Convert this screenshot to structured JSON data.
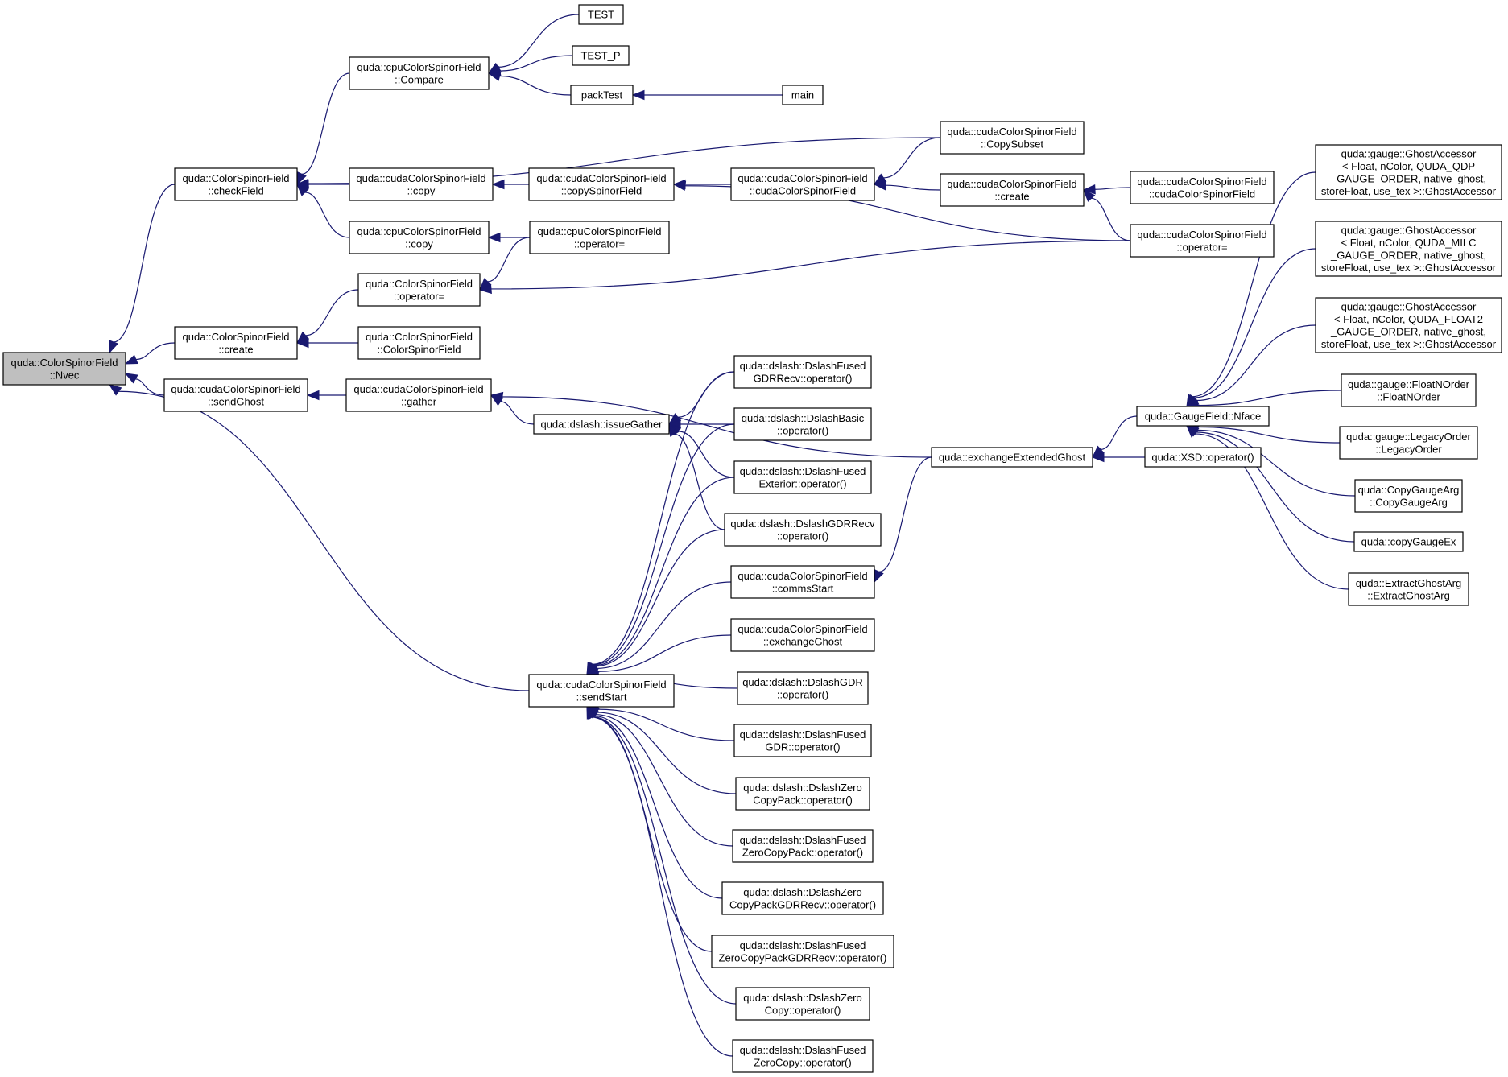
{
  "colors": {
    "edge": "#191970",
    "root_fill": "#bfbfbf",
    "node_fill": "#ffffff",
    "border": "#000000"
  },
  "nodes": [
    {
      "id": "nvec",
      "lines": [
        "quda::ColorSpinorField",
        "::Nvec"
      ],
      "root": true
    },
    {
      "id": "checkField",
      "lines": [
        "quda::ColorSpinorField",
        "::checkField"
      ]
    },
    {
      "id": "csfCreate",
      "lines": [
        "quda::ColorSpinorField",
        "::create"
      ]
    },
    {
      "id": "sendGhost",
      "lines": [
        "quda::cudaColorSpinorField",
        "::sendGhost"
      ]
    },
    {
      "id": "sendStart",
      "lines": [
        "quda::cudaColorSpinorField",
        "::sendStart"
      ]
    },
    {
      "id": "cpuCompare",
      "lines": [
        "quda::cpuColorSpinorField",
        "::Compare"
      ]
    },
    {
      "id": "cudaCopy",
      "lines": [
        "quda::cudaColorSpinorField",
        "::copy"
      ]
    },
    {
      "id": "cpuCopy",
      "lines": [
        "quda::cpuColorSpinorField",
        "::copy"
      ]
    },
    {
      "id": "csfOpEq",
      "lines": [
        "quda::ColorSpinorField",
        "::operator="
      ]
    },
    {
      "id": "csfCtor",
      "lines": [
        "quda::ColorSpinorField",
        "::ColorSpinorField"
      ]
    },
    {
      "id": "gather",
      "lines": [
        "quda::cudaColorSpinorField",
        "::gather"
      ]
    },
    {
      "id": "test",
      "lines": [
        "TEST"
      ]
    },
    {
      "id": "testP",
      "lines": [
        "TEST_P"
      ]
    },
    {
      "id": "packTest",
      "lines": [
        "packTest"
      ]
    },
    {
      "id": "main",
      "lines": [
        "main"
      ]
    },
    {
      "id": "copySubset",
      "lines": [
        "quda::cudaColorSpinorField",
        "::CopySubset"
      ]
    },
    {
      "id": "copySpinorField",
      "lines": [
        "quda::cudaColorSpinorField",
        "::copySpinorField"
      ]
    },
    {
      "id": "cudaCtor",
      "lines": [
        "quda::cudaColorSpinorField",
        "::cudaColorSpinorField"
      ]
    },
    {
      "id": "cudaCreate",
      "lines": [
        "quda::cudaColorSpinorField",
        "::create"
      ]
    },
    {
      "id": "cudaCtor2",
      "lines": [
        "quda::cudaColorSpinorField",
        "::cudaColorSpinorField"
      ]
    },
    {
      "id": "cudaOpEq",
      "lines": [
        "quda::cudaColorSpinorField",
        "::operator="
      ]
    },
    {
      "id": "cpuOpEq",
      "lines": [
        "quda::cpuColorSpinorField",
        "::operator="
      ]
    },
    {
      "id": "issueGather",
      "lines": [
        "quda::dslash::issueGather"
      ]
    },
    {
      "id": "dfGDRRecv",
      "lines": [
        "quda::dslash::DslashFused",
        "GDRRecv::operator()"
      ]
    },
    {
      "id": "dBasic",
      "lines": [
        "quda::dslash::DslashBasic",
        "::operator()"
      ]
    },
    {
      "id": "dfExterior",
      "lines": [
        "quda::dslash::DslashFused",
        "Exterior::operator()"
      ]
    },
    {
      "id": "dGDRRecv",
      "lines": [
        "quda::dslash::DslashGDRRecv",
        "::operator()"
      ]
    },
    {
      "id": "commsStart",
      "lines": [
        "quda::cudaColorSpinorField",
        "::commsStart"
      ]
    },
    {
      "id": "exchangeGhost",
      "lines": [
        "quda::cudaColorSpinorField",
        "::exchangeGhost"
      ]
    },
    {
      "id": "dGDR",
      "lines": [
        "quda::dslash::DslashGDR",
        "::operator()"
      ]
    },
    {
      "id": "dfGDR",
      "lines": [
        "quda::dslash::DslashFused",
        "GDR::operator()"
      ]
    },
    {
      "id": "dzCopyPack",
      "lines": [
        "quda::dslash::DslashZero",
        "CopyPack::operator()"
      ]
    },
    {
      "id": "dfZeroCopyPack",
      "lines": [
        "quda::dslash::DslashFused",
        "ZeroCopyPack::operator()"
      ]
    },
    {
      "id": "dzCopyPackGDRRecv",
      "lines": [
        "quda::dslash::DslashZero",
        "CopyPackGDRRecv::operator()"
      ]
    },
    {
      "id": "dfZeroCopyPackGDRRecv",
      "lines": [
        "quda::dslash::DslashFused",
        "ZeroCopyPackGDRRecv::operator()"
      ]
    },
    {
      "id": "dzCopy",
      "lines": [
        "quda::dslash::DslashZero",
        "Copy::operator()"
      ]
    },
    {
      "id": "dfZeroCopy",
      "lines": [
        "quda::dslash::DslashFused",
        "ZeroCopy::operator()"
      ]
    },
    {
      "id": "exchangeExtendedGhost",
      "lines": [
        "quda::exchangeExtendedGhost"
      ]
    },
    {
      "id": "nface",
      "lines": [
        "quda::GaugeField::Nface"
      ]
    },
    {
      "id": "xsdOp",
      "lines": [
        "quda::XSD::operator()"
      ]
    },
    {
      "id": "ghostQDP",
      "lines": [
        "quda::gauge::GhostAccessor",
        "< Float, nColor, QUDA_QDP",
        "_GAUGE_ORDER, native_ghost,",
        " storeFloat, use_tex >::GhostAccessor"
      ]
    },
    {
      "id": "ghostMILC",
      "lines": [
        "quda::gauge::GhostAccessor",
        "< Float, nColor, QUDA_MILC",
        "_GAUGE_ORDER, native_ghost,",
        " storeFloat, use_tex >::GhostAccessor"
      ]
    },
    {
      "id": "ghostFloat2",
      "lines": [
        "quda::gauge::GhostAccessor",
        "< Float, nColor, QUDA_FLOAT2",
        "_GAUGE_ORDER, native_ghost,",
        " storeFloat, use_tex >::GhostAccessor"
      ]
    },
    {
      "id": "floatNOrder",
      "lines": [
        "quda::gauge::FloatNOrder",
        "::FloatNOrder"
      ]
    },
    {
      "id": "legacyOrder",
      "lines": [
        "quda::gauge::LegacyOrder",
        "::LegacyOrder"
      ]
    },
    {
      "id": "copyGaugeArg",
      "lines": [
        "quda::CopyGaugeArg",
        "::CopyGaugeArg"
      ]
    },
    {
      "id": "copyGaugeEx",
      "lines": [
        "quda::copyGaugeEx"
      ]
    },
    {
      "id": "extractGhostArg",
      "lines": [
        "quda::ExtractGhostArg",
        "::ExtractGhostArg"
      ]
    }
  ],
  "edges": [
    [
      "checkField",
      "nvec"
    ],
    [
      "csfCreate",
      "nvec"
    ],
    [
      "sendGhost",
      "nvec"
    ],
    [
      "sendStart",
      "nvec"
    ],
    [
      "cpuCompare",
      "checkField"
    ],
    [
      "cudaCopy",
      "checkField"
    ],
    [
      "cpuCopy",
      "checkField"
    ],
    [
      "copySubset",
      "checkField"
    ],
    [
      "csfOpEq",
      "csfCreate"
    ],
    [
      "csfCtor",
      "csfCreate"
    ],
    [
      "gather",
      "sendGhost"
    ],
    [
      "test",
      "cpuCompare"
    ],
    [
      "testP",
      "cpuCompare"
    ],
    [
      "packTest",
      "cpuCompare"
    ],
    [
      "main",
      "packTest"
    ],
    [
      "copySpinorField",
      "cudaCopy"
    ],
    [
      "cpuOpEq",
      "cpuCopy"
    ],
    [
      "cpuOpEq",
      "csfOpEq"
    ],
    [
      "cudaOpEq",
      "csfOpEq"
    ],
    [
      "cudaCtor",
      "copySpinorField"
    ],
    [
      "cudaOpEq",
      "copySpinorField"
    ],
    [
      "copySubset",
      "cudaCtor"
    ],
    [
      "cudaCreate",
      "cudaCtor"
    ],
    [
      "cudaCtor2",
      "cudaCreate"
    ],
    [
      "cudaOpEq",
      "cudaCreate"
    ],
    [
      "issueGather",
      "gather"
    ],
    [
      "exchangeExtendedGhost",
      "gather"
    ],
    [
      "dfGDRRecv",
      "issueGather"
    ],
    [
      "dBasic",
      "issueGather"
    ],
    [
      "dfExterior",
      "issueGather"
    ],
    [
      "dGDRRecv",
      "issueGather"
    ],
    [
      "dfGDRRecv",
      "sendStart"
    ],
    [
      "dBasic",
      "sendStart"
    ],
    [
      "dfExterior",
      "sendStart"
    ],
    [
      "dGDRRecv",
      "sendStart"
    ],
    [
      "commsStart",
      "sendStart"
    ],
    [
      "exchangeGhost",
      "sendStart"
    ],
    [
      "dGDR",
      "sendStart"
    ],
    [
      "dfGDR",
      "sendStart"
    ],
    [
      "dzCopyPack",
      "sendStart"
    ],
    [
      "dfZeroCopyPack",
      "sendStart"
    ],
    [
      "dzCopyPackGDRRecv",
      "sendStart"
    ],
    [
      "dfZeroCopyPackGDRRecv",
      "sendStart"
    ],
    [
      "dzCopy",
      "sendStart"
    ],
    [
      "dfZeroCopy",
      "sendStart"
    ],
    [
      "exchangeExtendedGhost",
      "commsStart"
    ],
    [
      "nface",
      "exchangeExtendedGhost"
    ],
    [
      "xsdOp",
      "exchangeExtendedGhost"
    ],
    [
      "ghostQDP",
      "nface"
    ],
    [
      "ghostMILC",
      "nface"
    ],
    [
      "ghostFloat2",
      "nface"
    ],
    [
      "floatNOrder",
      "nface"
    ],
    [
      "legacyOrder",
      "nface"
    ],
    [
      "copyGaugeArg",
      "nface"
    ],
    [
      "copyGaugeEx",
      "nface"
    ],
    [
      "extractGhostArg",
      "nface"
    ]
  ]
}
